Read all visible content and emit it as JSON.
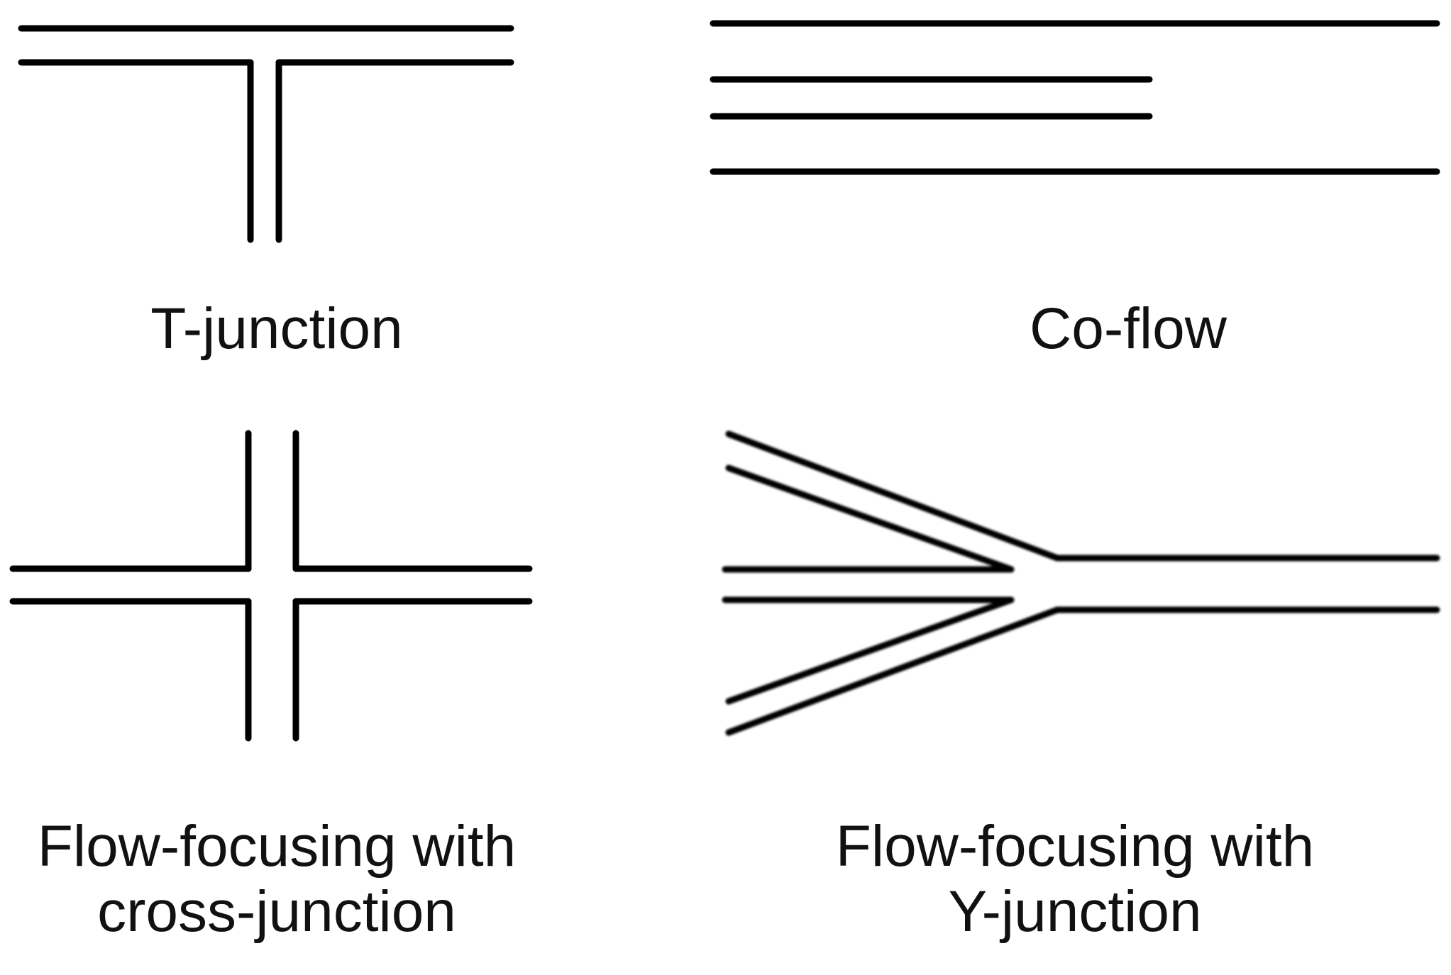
{
  "labels": {
    "t_junction": "T-junction",
    "co_flow": "Co-flow",
    "flow_focusing_cross_line1": "Flow-focusing with",
    "flow_focusing_cross_line2": "cross-junction",
    "flow_focusing_y_line1": "Flow-focusing with",
    "flow_focusing_y_line2": "Y-junction"
  },
  "colors": {
    "channel": "#000000",
    "background": "#ffffff",
    "text": "#111111"
  }
}
